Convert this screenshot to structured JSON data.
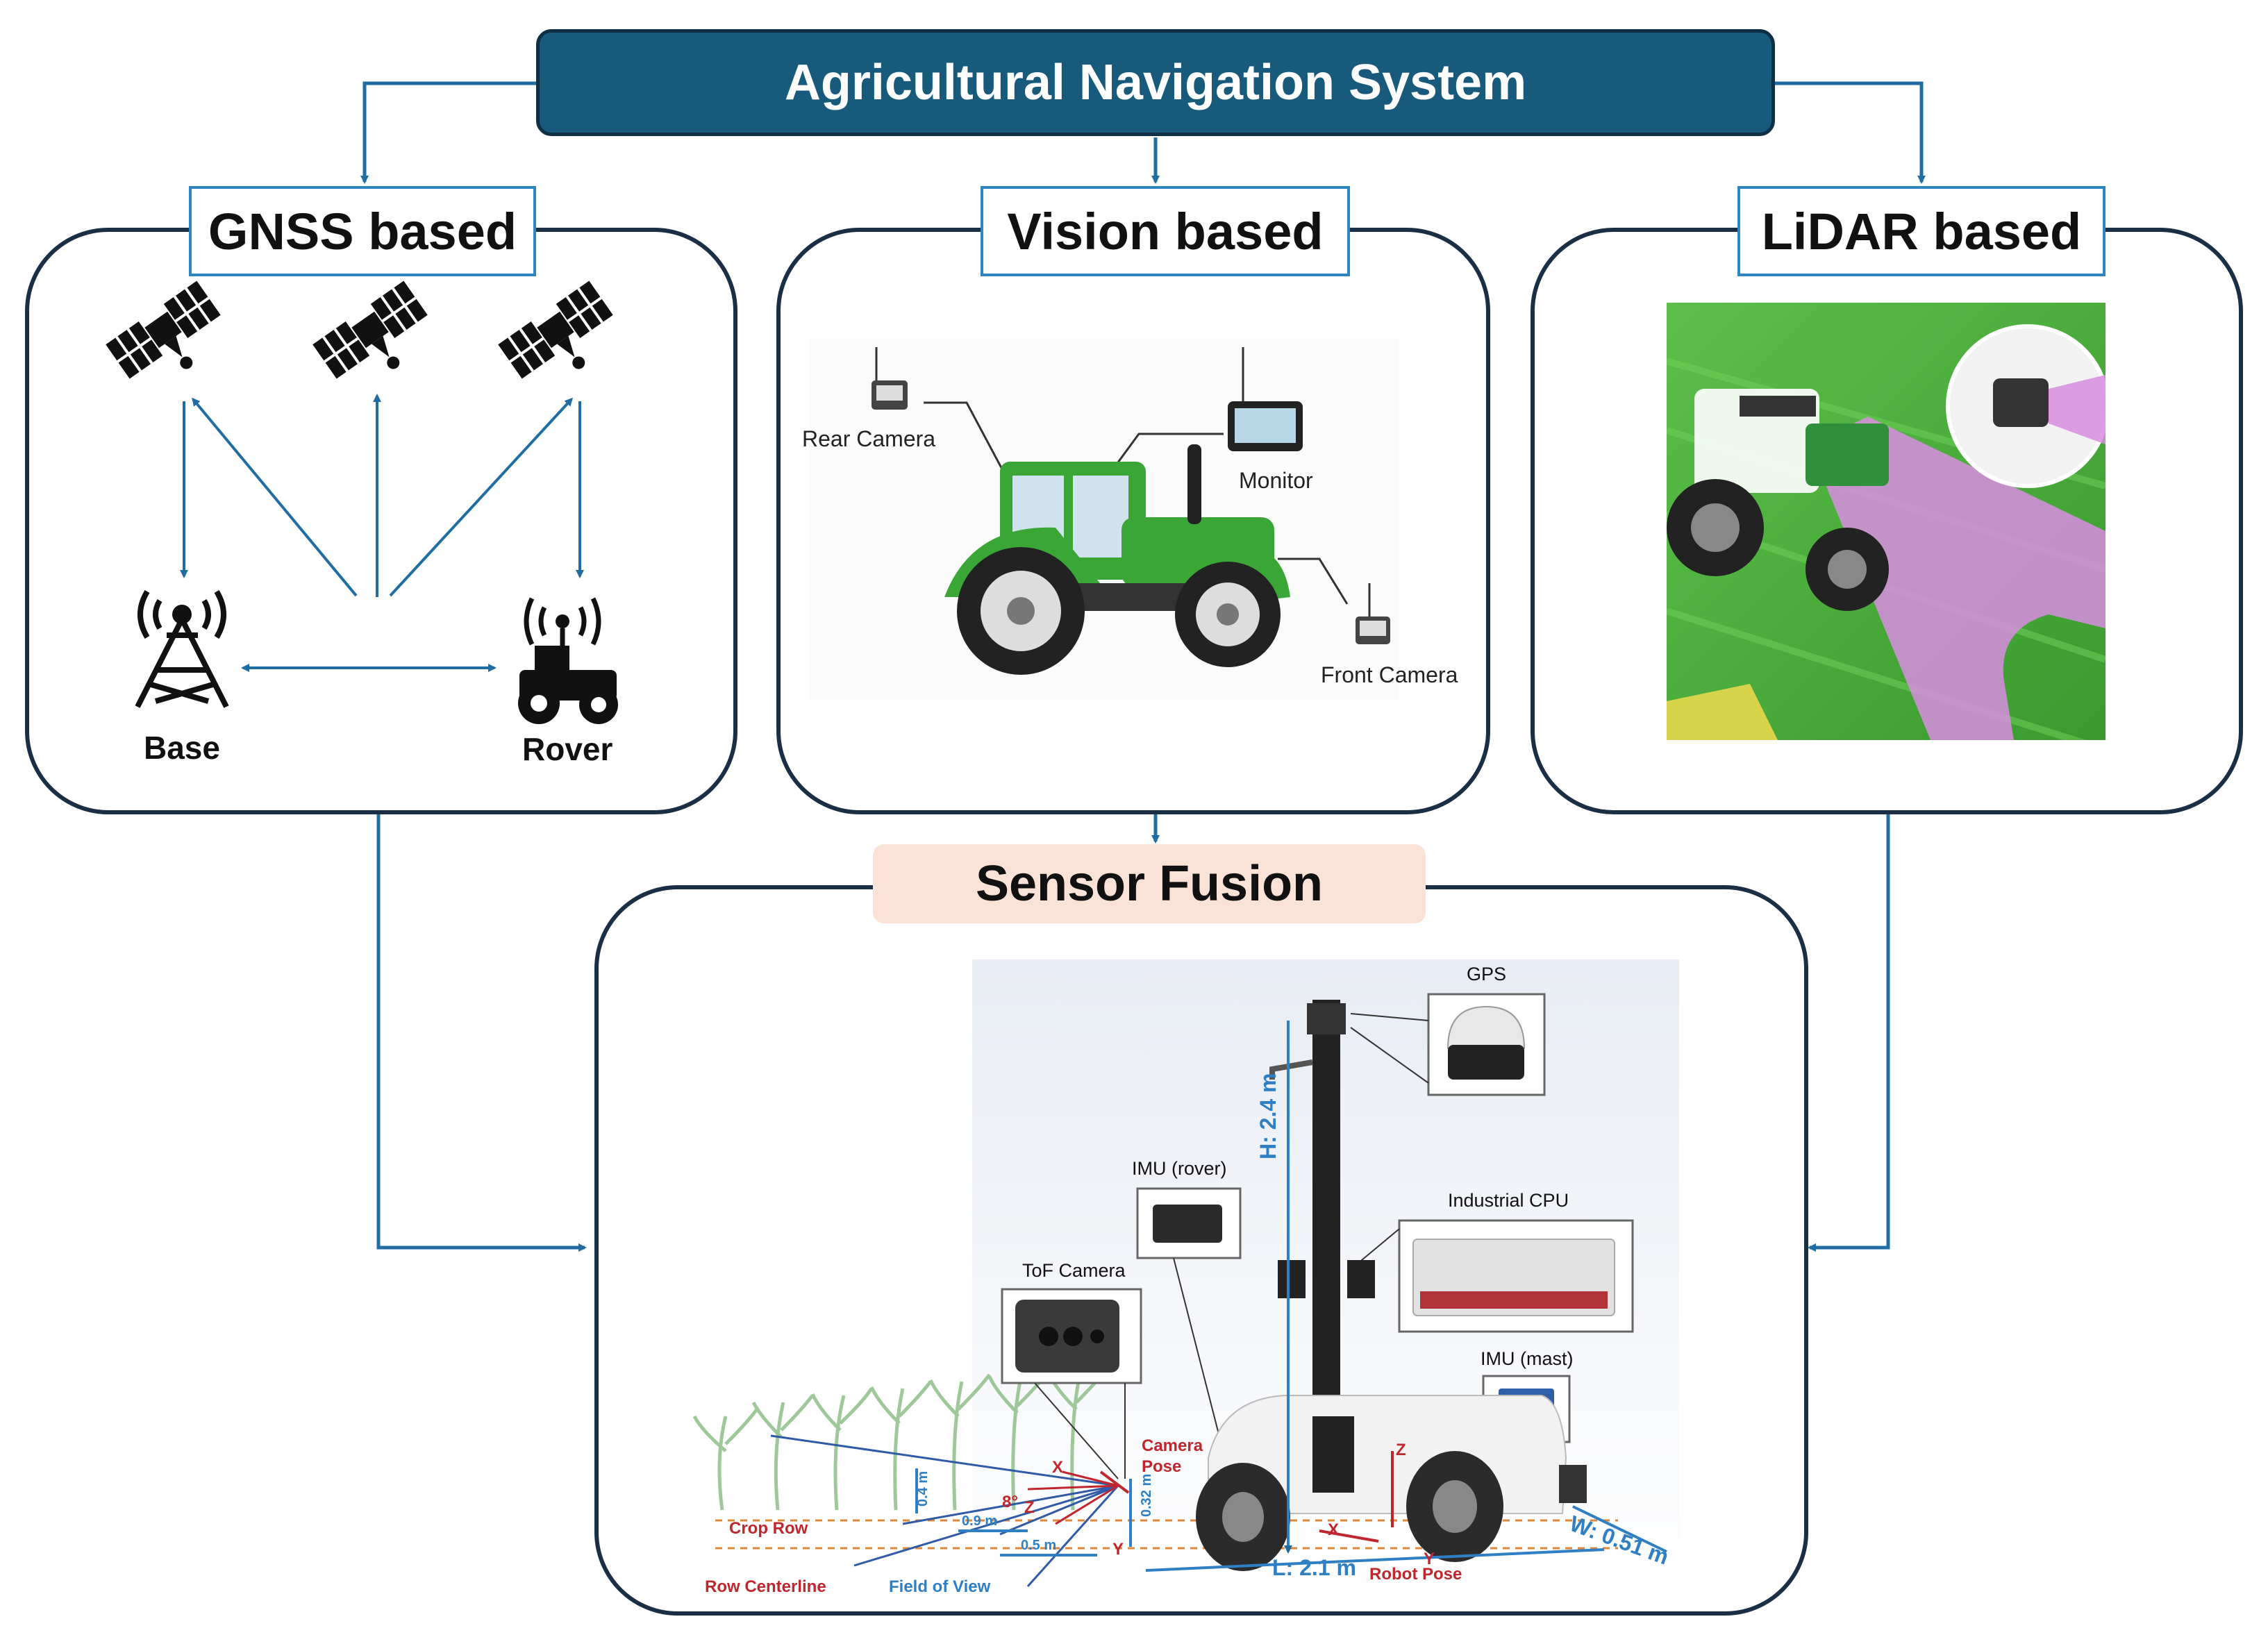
{
  "title": "Agricultural Navigation System",
  "panels": {
    "gnss": {
      "label": "GNSS based",
      "base_label": "Base",
      "rover_label": "Rover"
    },
    "vision": {
      "label": "Vision based",
      "rear_camera": "Rear Camera",
      "monitor": "Monitor",
      "front_camera": "Front Camera"
    },
    "lidar": {
      "label": "LiDAR based"
    },
    "fusion": {
      "label": "Sensor Fusion",
      "gps": "GPS",
      "imu_rover": "IMU (rover)",
      "industrial_cpu": "Industrial CPU",
      "tof_camera": "ToF Camera",
      "imu_mast": "IMU (mast)",
      "camera_pose": "Camera\nPose",
      "height": "H: 2.4 m",
      "length": "L: 2.1 m",
      "width": "W: 0.51 m",
      "robot_pose": "Robot Pose",
      "crop_row": "Crop Row",
      "row_centerline": "Row Centerline",
      "field_of_view": "Field of View",
      "dim_04": "0.4 m",
      "dim_09": "0.9 m",
      "dim_05": "0.5 m",
      "dim_032": "0.32 m",
      "angle_8": "8°",
      "axis_x": "X",
      "axis_y": "Y",
      "axis_z": "Z"
    }
  },
  "colors": {
    "title_bg": "#175a7c",
    "panel_border": "#1a2f45",
    "label_border": "#2e86c1",
    "fusion_label_bg": "#fbe2d6",
    "arrow": "#1f6da3",
    "tractor_green": "#3aa635",
    "lidar_beam": "#d88de0",
    "field_green": "#4caf3f"
  }
}
